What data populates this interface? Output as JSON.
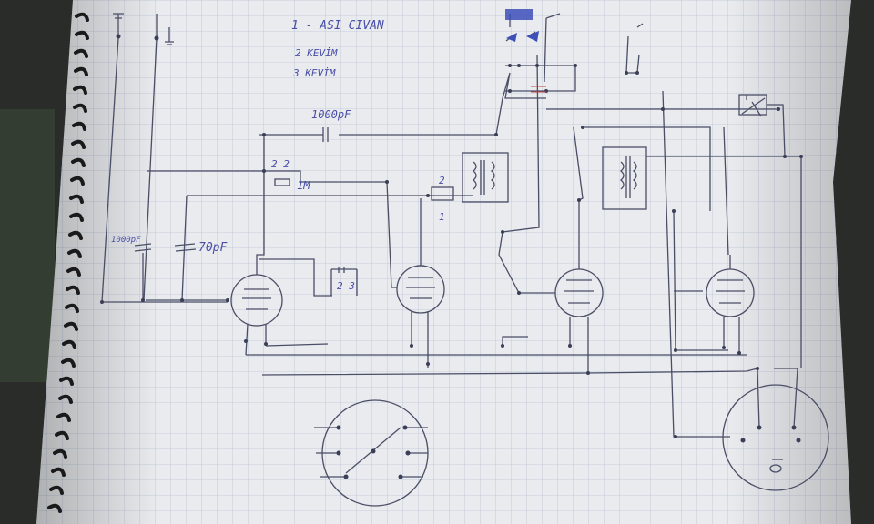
{
  "legend": {
    "line1": "1 - ASI CIVAN",
    "line2": "2  KEVİM",
    "line3": "3  KEVİM"
  },
  "labels": {
    "cap_top": "1000pF",
    "resistor": "1M",
    "cap_left": "1000pF",
    "cap_var": "70pF",
    "switch_a_num": "2",
    "switch_a_num2": "1",
    "sw1": "2 2",
    "sw2": "2 3"
  },
  "colors": {
    "paper": "#e9ebee",
    "grid": "#b9c3d6",
    "ink": "#4a4e66",
    "pen": "#4a4fa8",
    "flag": "#3d4fb8",
    "background": "#2a2c2a"
  }
}
